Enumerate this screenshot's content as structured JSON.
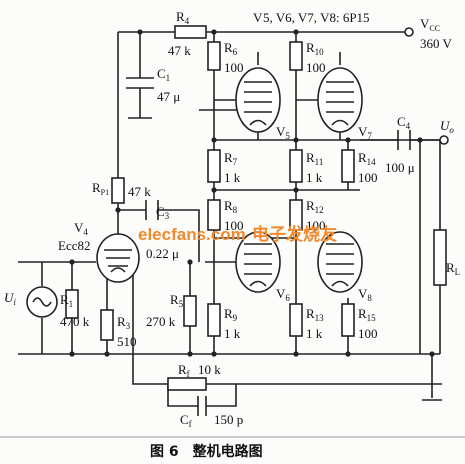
{
  "caption": "图 6　整机电路图",
  "watermark": {
    "site": "elecfans.com",
    "cn": "电子发烧友",
    "color": "#f2892c"
  },
  "labels": {
    "r4": "R",
    "r4_sub": "4",
    "r4_val": "47 k",
    "c1": "C",
    "c1_sub": "1",
    "c1_val": "47 μ",
    "tubes": "V",
    "tubes_note": "5, V6, V7, V8: 6P15",
    "vcc": "V",
    "vcc_sub": "CC",
    "vcc_val": "360 V",
    "r6": "R",
    "r6_sub": "6",
    "r6_val": "100",
    "r10": "R",
    "r10_sub": "10",
    "r10_val": "100",
    "v5": "V",
    "v5_sub": "5",
    "v7": "V",
    "v7_sub": "7",
    "c4": "C",
    "c4_sub": "4",
    "c4_val": "100 μ",
    "uo": "U",
    "uo_sub": "o",
    "r7": "R",
    "r7_sub": "7",
    "r7_val": "1 k",
    "r11": "R",
    "r11_sub": "11",
    "r11_val": "1 k",
    "r14": "R",
    "r14_sub": "14",
    "r14_val": "100",
    "rp1": "R",
    "rp1_sub": "P1",
    "rp1_val": "47 k",
    "r8": "R",
    "r8_sub": "8",
    "r8_val": "100",
    "r12": "R",
    "r12_sub": "12",
    "r12_val": "100",
    "c3": "C",
    "c3_sub": "3",
    "c3_val": "0.22 μ",
    "v4": "V",
    "v4_sub": "4",
    "v4_type": "Ecc82",
    "ui": "U",
    "ui_sub": "i",
    "r1": "R",
    "r1_sub": "1",
    "r1_val": "470 k",
    "r3": "R",
    "r3_sub": "3",
    "r3_val": "510",
    "r5": "R",
    "r5_sub": "5",
    "r5_val": "270 k",
    "v6": "V",
    "v6_sub": "6",
    "v8": "V",
    "v8_sub": "8",
    "rl": "R",
    "rl_sub": "L",
    "r9": "R",
    "r9_sub": "9",
    "r9_val": "1 k",
    "r13": "R",
    "r13_sub": "13",
    "r13_val": "1 k",
    "r15": "R",
    "r15_sub": "15",
    "r15_val": "100",
    "rf": "R",
    "rf_sub": "f",
    "rf_val": "10 k",
    "cf": "C",
    "cf_sub": "f",
    "cf_val": "150 p"
  }
}
